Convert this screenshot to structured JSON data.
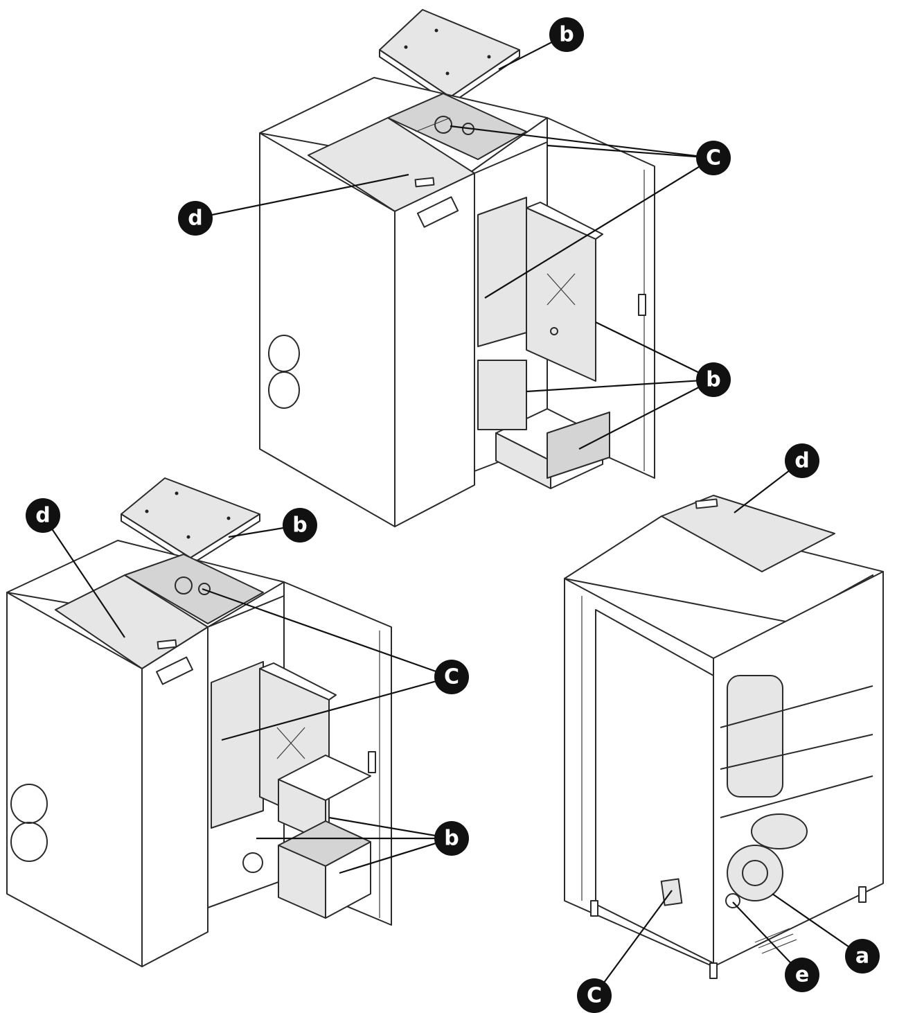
{
  "callout_labels": {
    "a": "a",
    "b": "b",
    "c": "C",
    "d": "d",
    "e": "e"
  },
  "colors": {
    "callout_fill": "#111111",
    "callout_text": "#ffffff",
    "panel_highlight": "#e6e6e6",
    "line": "#2a2a2a"
  }
}
